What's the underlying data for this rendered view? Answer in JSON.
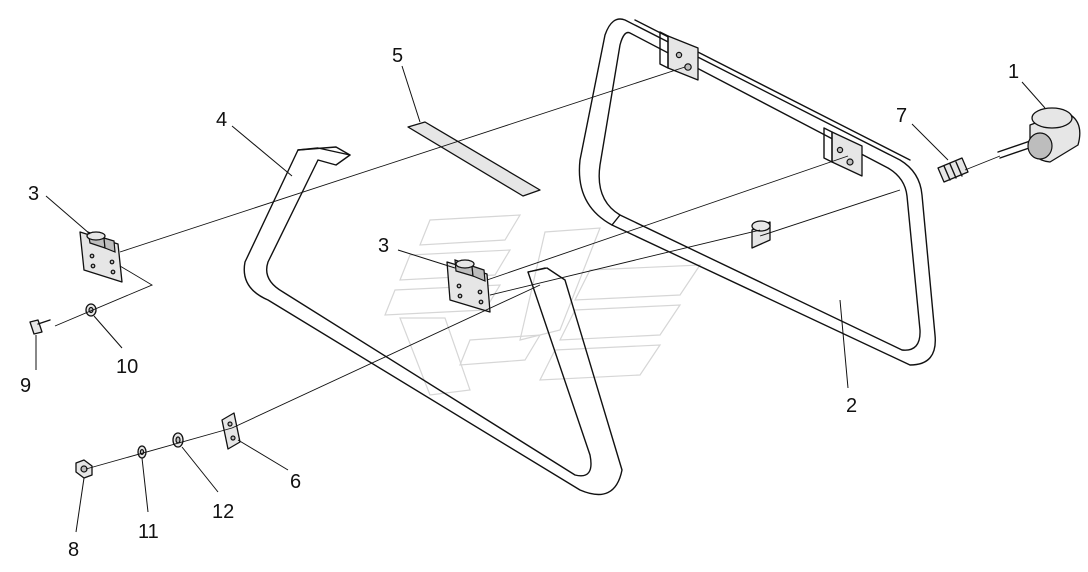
{
  "diagram": {
    "callouts": [
      {
        "id": "1",
        "label": "1"
      },
      {
        "id": "2",
        "label": "2"
      },
      {
        "id": "3a",
        "label": "3"
      },
      {
        "id": "3b",
        "label": "3"
      },
      {
        "id": "4",
        "label": "4"
      },
      {
        "id": "5",
        "label": "5"
      },
      {
        "id": "6",
        "label": "6"
      },
      {
        "id": "7",
        "label": "7"
      },
      {
        "id": "8",
        "label": "8"
      },
      {
        "id": "9",
        "label": "9"
      },
      {
        "id": "10",
        "label": "10"
      },
      {
        "id": "11",
        "label": "11"
      },
      {
        "id": "12",
        "label": "12"
      }
    ]
  },
  "colors": {
    "line": "#111111",
    "part_fill": "#e6e6e6",
    "watermark": "#d6d6d6",
    "background": "#ffffff"
  }
}
